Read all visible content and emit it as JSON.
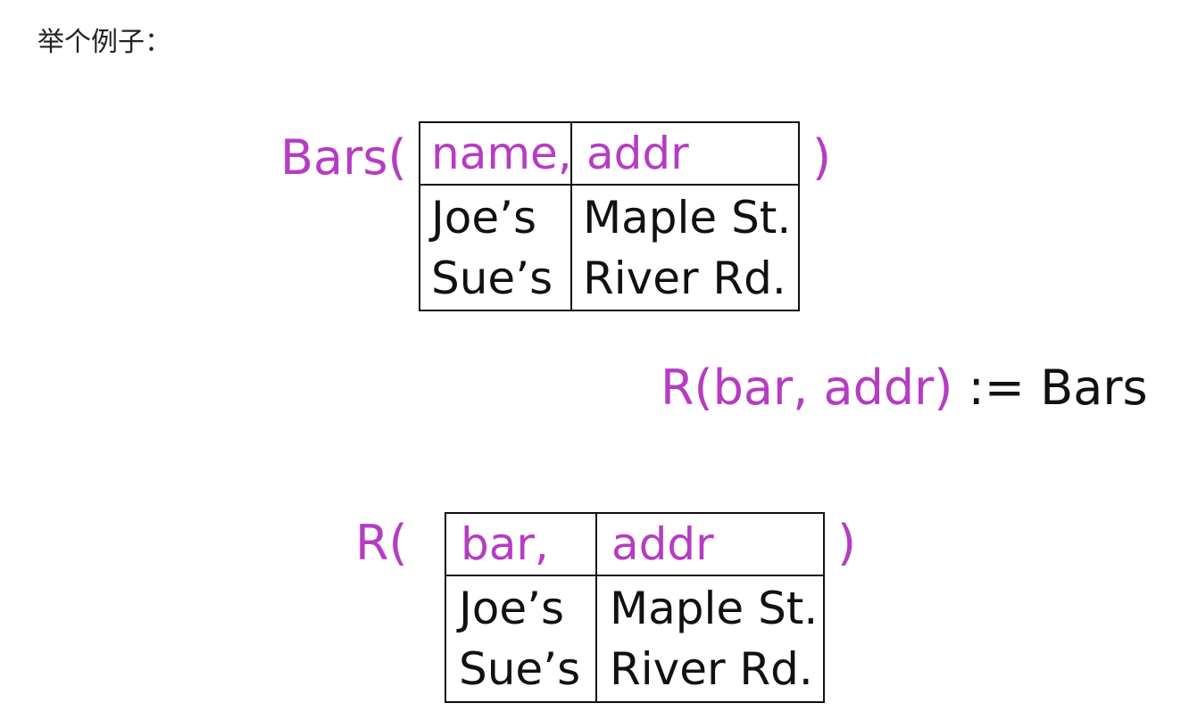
{
  "heading": "举个例子：",
  "colors": {
    "accent": "#b63cc3",
    "text": "#111111"
  },
  "table1": {
    "relation": "Bars(",
    "close": ")",
    "headers": [
      "name,",
      "addr"
    ],
    "rows": [
      [
        "Joe’s",
        "Maple St."
      ],
      [
        "Sue’s",
        "River Rd."
      ]
    ]
  },
  "assignment": {
    "lhs": "R(bar, addr)",
    "op": ":=",
    "rhs": "Bars"
  },
  "table2": {
    "relation": "R(",
    "close": ")",
    "headers": [
      "bar,",
      "addr"
    ],
    "rows": [
      [
        "Joe’s",
        "Maple St."
      ],
      [
        "Sue’s",
        "River Rd."
      ]
    ]
  }
}
